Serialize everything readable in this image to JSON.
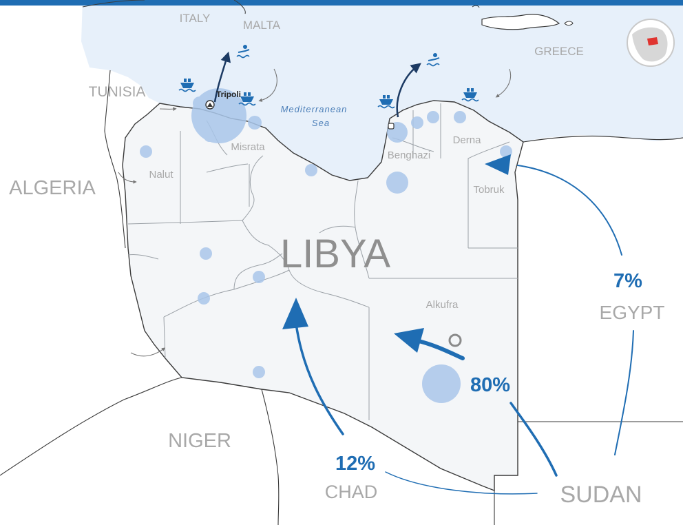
{
  "colors": {
    "sea": "#e7f0fa",
    "land_libya": "#f4f6f8",
    "border": "#3a3a3a",
    "inner_border": "#9aa0a6",
    "accent": "#1f6db3",
    "dark_accent": "#1c3a63",
    "bubble": "#a9c6ea",
    "label_gray": "#a8a8a8",
    "header_bar": "#1f6db3"
  },
  "countries": {
    "italy": "ITALY",
    "malta": "MALTA",
    "greece": "GREECE",
    "tunisia": "TUNISIA",
    "algeria": "ALGERIA",
    "niger": "NIGER",
    "chad": "CHAD",
    "sudan": "SUDAN",
    "egypt": "EGYPT",
    "libya": "LIBYA"
  },
  "sea": {
    "name_line1": "Mediterranean",
    "name_line2": "Sea"
  },
  "cities": {
    "tripoli": "Tripoli",
    "misrata": "Misrata",
    "benghazi": "Benghazi",
    "derna": "Derna",
    "tobruk": "Tobruk",
    "nalut": "Nalut",
    "alkufra": "Alkufra"
  },
  "flows": {
    "sudan_pct": "80%",
    "chad_pct": "12%",
    "egypt_pct": "7%"
  },
  "icons": [
    "ship-icon",
    "swimmer-icon",
    "refugee-camp-icon",
    "globe-locator-icon"
  ]
}
